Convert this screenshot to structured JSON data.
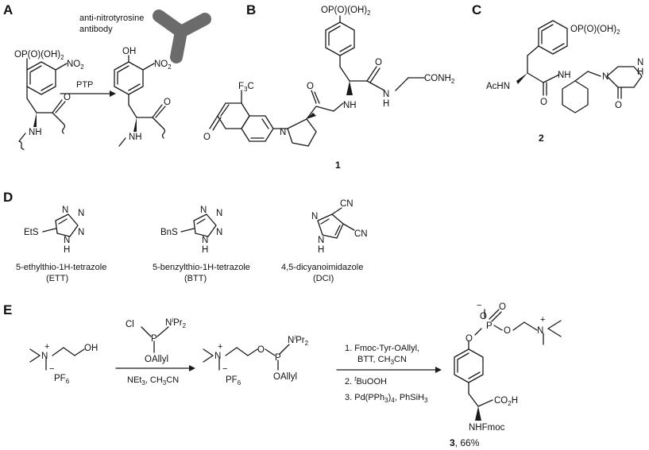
{
  "panels": {
    "a": "A",
    "b": "B",
    "c": "C",
    "d": "D",
    "e": "E"
  },
  "panel_a": {
    "antibody_line1": "anti-nitrotyrosine",
    "antibody_line2": "antibody",
    "reagent": "PTP",
    "phosphate": "OP(O)(OH)",
    "phosphate_sub": "2",
    "no2": "NO",
    "no2_sub": "2",
    "oh": "OH",
    "nh": "NH",
    "o": "O"
  },
  "panel_b": {
    "phosphate": "OP(O)(OH)",
    "phosphate_sub": "2",
    "cf3": "F",
    "cf3_pre": "3",
    "cf3_c": "C",
    "nh": "NH",
    "nh2": "N",
    "conh2": "CONH",
    "conh2_sub": "2",
    "h": "H",
    "o": "O",
    "n": "N",
    "compound": "1"
  },
  "panel_c": {
    "phosphate": "OP(O)(OH)",
    "phosphate_sub": "2",
    "achn": "AcHN",
    "nh": "NH",
    "hn": "H",
    "n": "N",
    "o": "O",
    "compound": "2"
  },
  "panel_d": {
    "items": [
      {
        "substituent": "EtS",
        "name": "5-ethylthio-1H-tetrazole",
        "abbr": "(ETT)"
      },
      {
        "substituent": "BnS",
        "name": "5-benzylthio-1H-tetrazole",
        "abbr": "(BTT)"
      },
      {
        "substituent": "",
        "name": "4,5-dicyanoimidazole",
        "abbr": "(DCI)"
      }
    ],
    "n": "N",
    "h": "H",
    "cn": "CN"
  },
  "panel_e": {
    "n": "N",
    "oh": "OH",
    "pf6": "PF",
    "pf6_sub": "6",
    "plus": "+",
    "minus": "−",
    "cl": "Cl",
    "p": "P",
    "o": "O",
    "niPr2": "N",
    "iPr_sup": "i",
    "iPr": "Pr",
    "iPr_sub": "2",
    "oallyl": "OAllyl",
    "step1_reagents": "NEt",
    "step1_reagents_sub": "3",
    "step1_solvent": ", CH",
    "step1_solvent_sub": "3",
    "step1_solvent_end": "CN",
    "step2_line1": "1. Fmoc-Tyr-OAllyl,",
    "step2_line2": "BTT, CH",
    "step2_line2_sub": "3",
    "step2_line2_end": "CN",
    "step2_line3_pre": "2. ",
    "step2_line3_sup": "t",
    "step2_line3": "BuOOH",
    "step2_line4_pre": "3. Pd(PPh",
    "step2_line4_sub": "3",
    "step2_line4_mid": ")",
    "step2_line4_sub2": "4",
    "step2_line4_end": ", PhSiH",
    "step2_line4_sub3": "3",
    "co2h": "CO",
    "co2h_sub": "2",
    "co2h_end": "H",
    "nhfmoc": "NHFmoc",
    "compound": "3",
    "yield": ", 66%"
  },
  "colors": {
    "ink": "#1a1a1a",
    "antibody": "#6b6b6b"
  }
}
